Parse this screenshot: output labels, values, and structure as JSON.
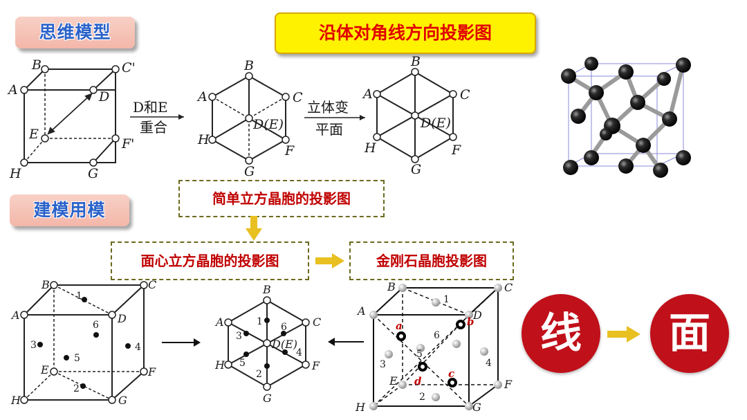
{
  "tags": {
    "thinking_model": "思维模型",
    "applying_model": "建模用模"
  },
  "title": "沿体对角线方向投影图",
  "boxes": {
    "simple": "简单立方晶胞的投影图",
    "fcc": "面心立方晶胞的投影图",
    "diamond": "金刚石晶胞投影图"
  },
  "arrow1": {
    "top": "D和E",
    "bottom": "重合"
  },
  "arrow2": {
    "top": "立体变",
    "bottom": "平面"
  },
  "circles": {
    "line": "线",
    "plane": "面"
  },
  "cube_labels": {
    "A": "A",
    "B": "B",
    "C": "C",
    "C_prime": "C'",
    "D": "D",
    "E": "E",
    "F": "F",
    "F_prime": "F'",
    "G": "G",
    "H": "H",
    "DE": "D(E)"
  },
  "atom_numbers": {
    "n1": "1",
    "n2": "2",
    "n3": "3",
    "n4": "4",
    "n5": "5",
    "n6": "6"
  },
  "diamond_letters": {
    "a": "a",
    "b": "b",
    "c": "c",
    "d": "d"
  }
}
